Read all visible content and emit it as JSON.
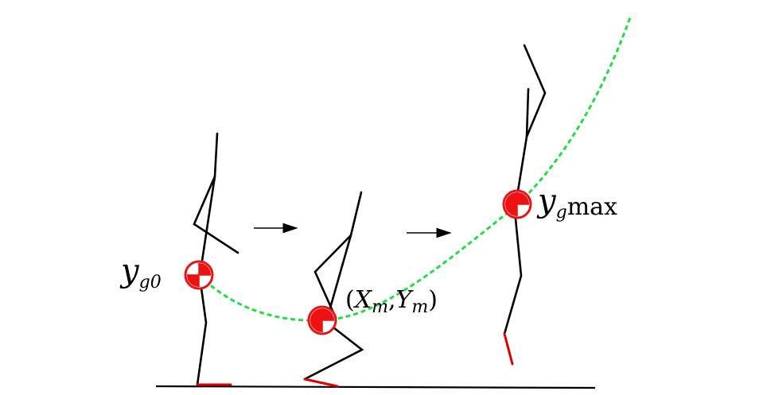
{
  "labels": {
    "start_var": "y",
    "start_sub": "g0",
    "min_open": "(",
    "min_x": "X",
    "min_x_sub": "m",
    "min_comma": ",",
    "min_y": "Y",
    "min_y_sub": "m",
    "min_close": ")",
    "max_var": "y",
    "max_sub_g": "g",
    "max_sub_max": "max"
  },
  "colors": {
    "stick": "#000000",
    "foot": "#e00000",
    "com_marker": "#ee1111",
    "trajectory": "#22dd44",
    "arrow": "#000000",
    "ground": "#000000"
  },
  "icons": {
    "com_marker": "center-of-mass-icon",
    "arrow": "right-arrow-icon"
  }
}
